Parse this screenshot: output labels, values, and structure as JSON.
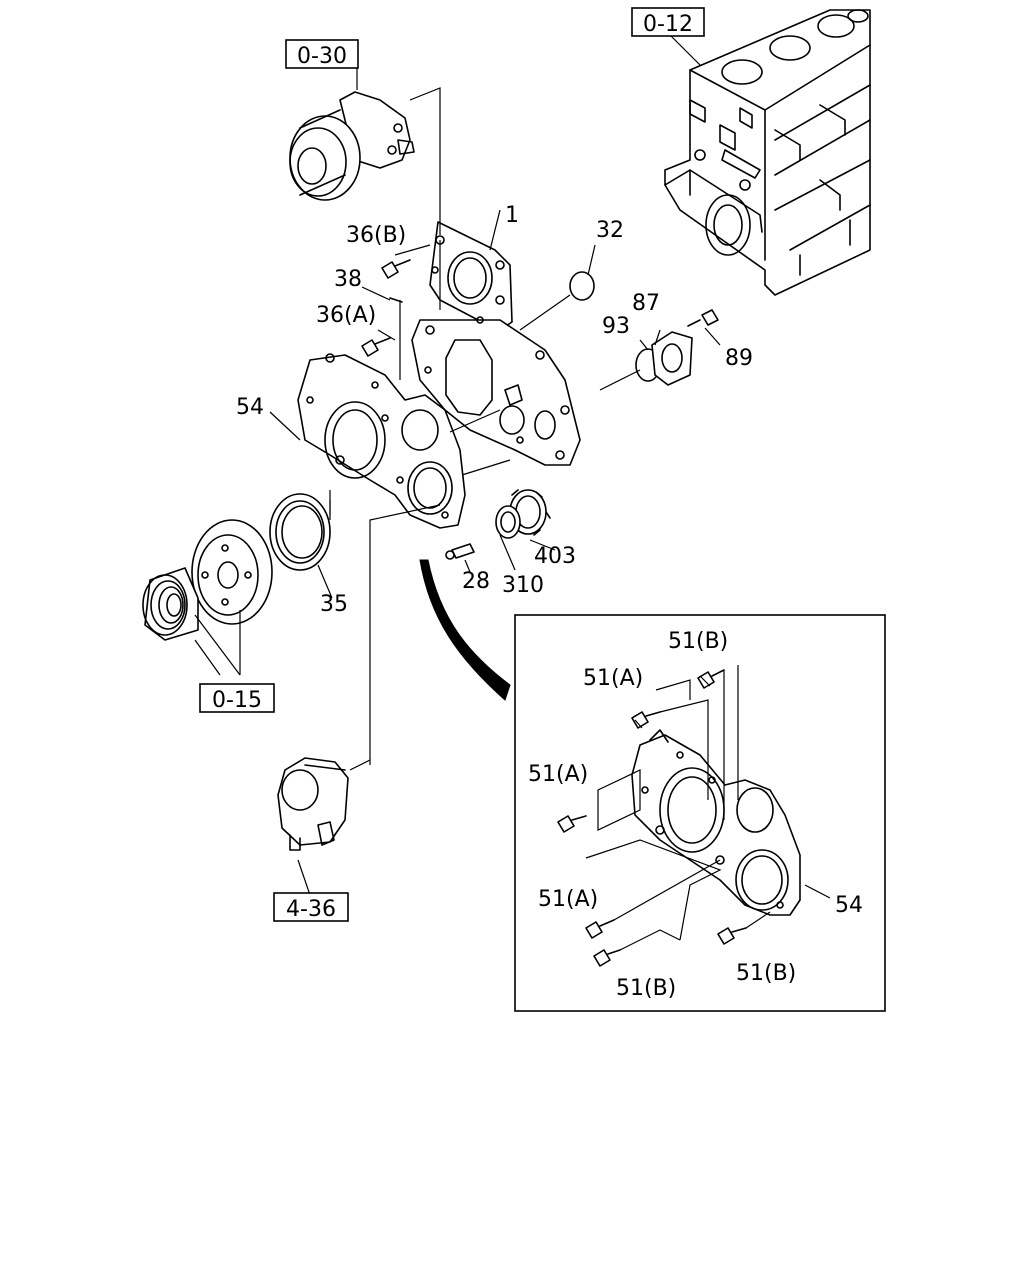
{
  "refs": {
    "r_0_12": "0-12",
    "r_0_30": "0-30",
    "r_0_15": "0-15",
    "r_4_36": "4-36"
  },
  "parts": {
    "p1": "1",
    "p32": "32",
    "p36b": "36(B)",
    "p38": "38",
    "p36a": "36(A)",
    "p87": "87",
    "p93": "93",
    "p89": "89",
    "p54": "54",
    "p403": "403",
    "p28": "28",
    "p310": "310",
    "p35": "35"
  },
  "detail": {
    "b51b_top": "51(B)",
    "b51a_top": "51(A)",
    "b51a_mid": "51(A)",
    "b51a_low": "51(A)",
    "b51b_bl": "51(B)",
    "b51b_br": "51(B)",
    "p54": "54"
  }
}
